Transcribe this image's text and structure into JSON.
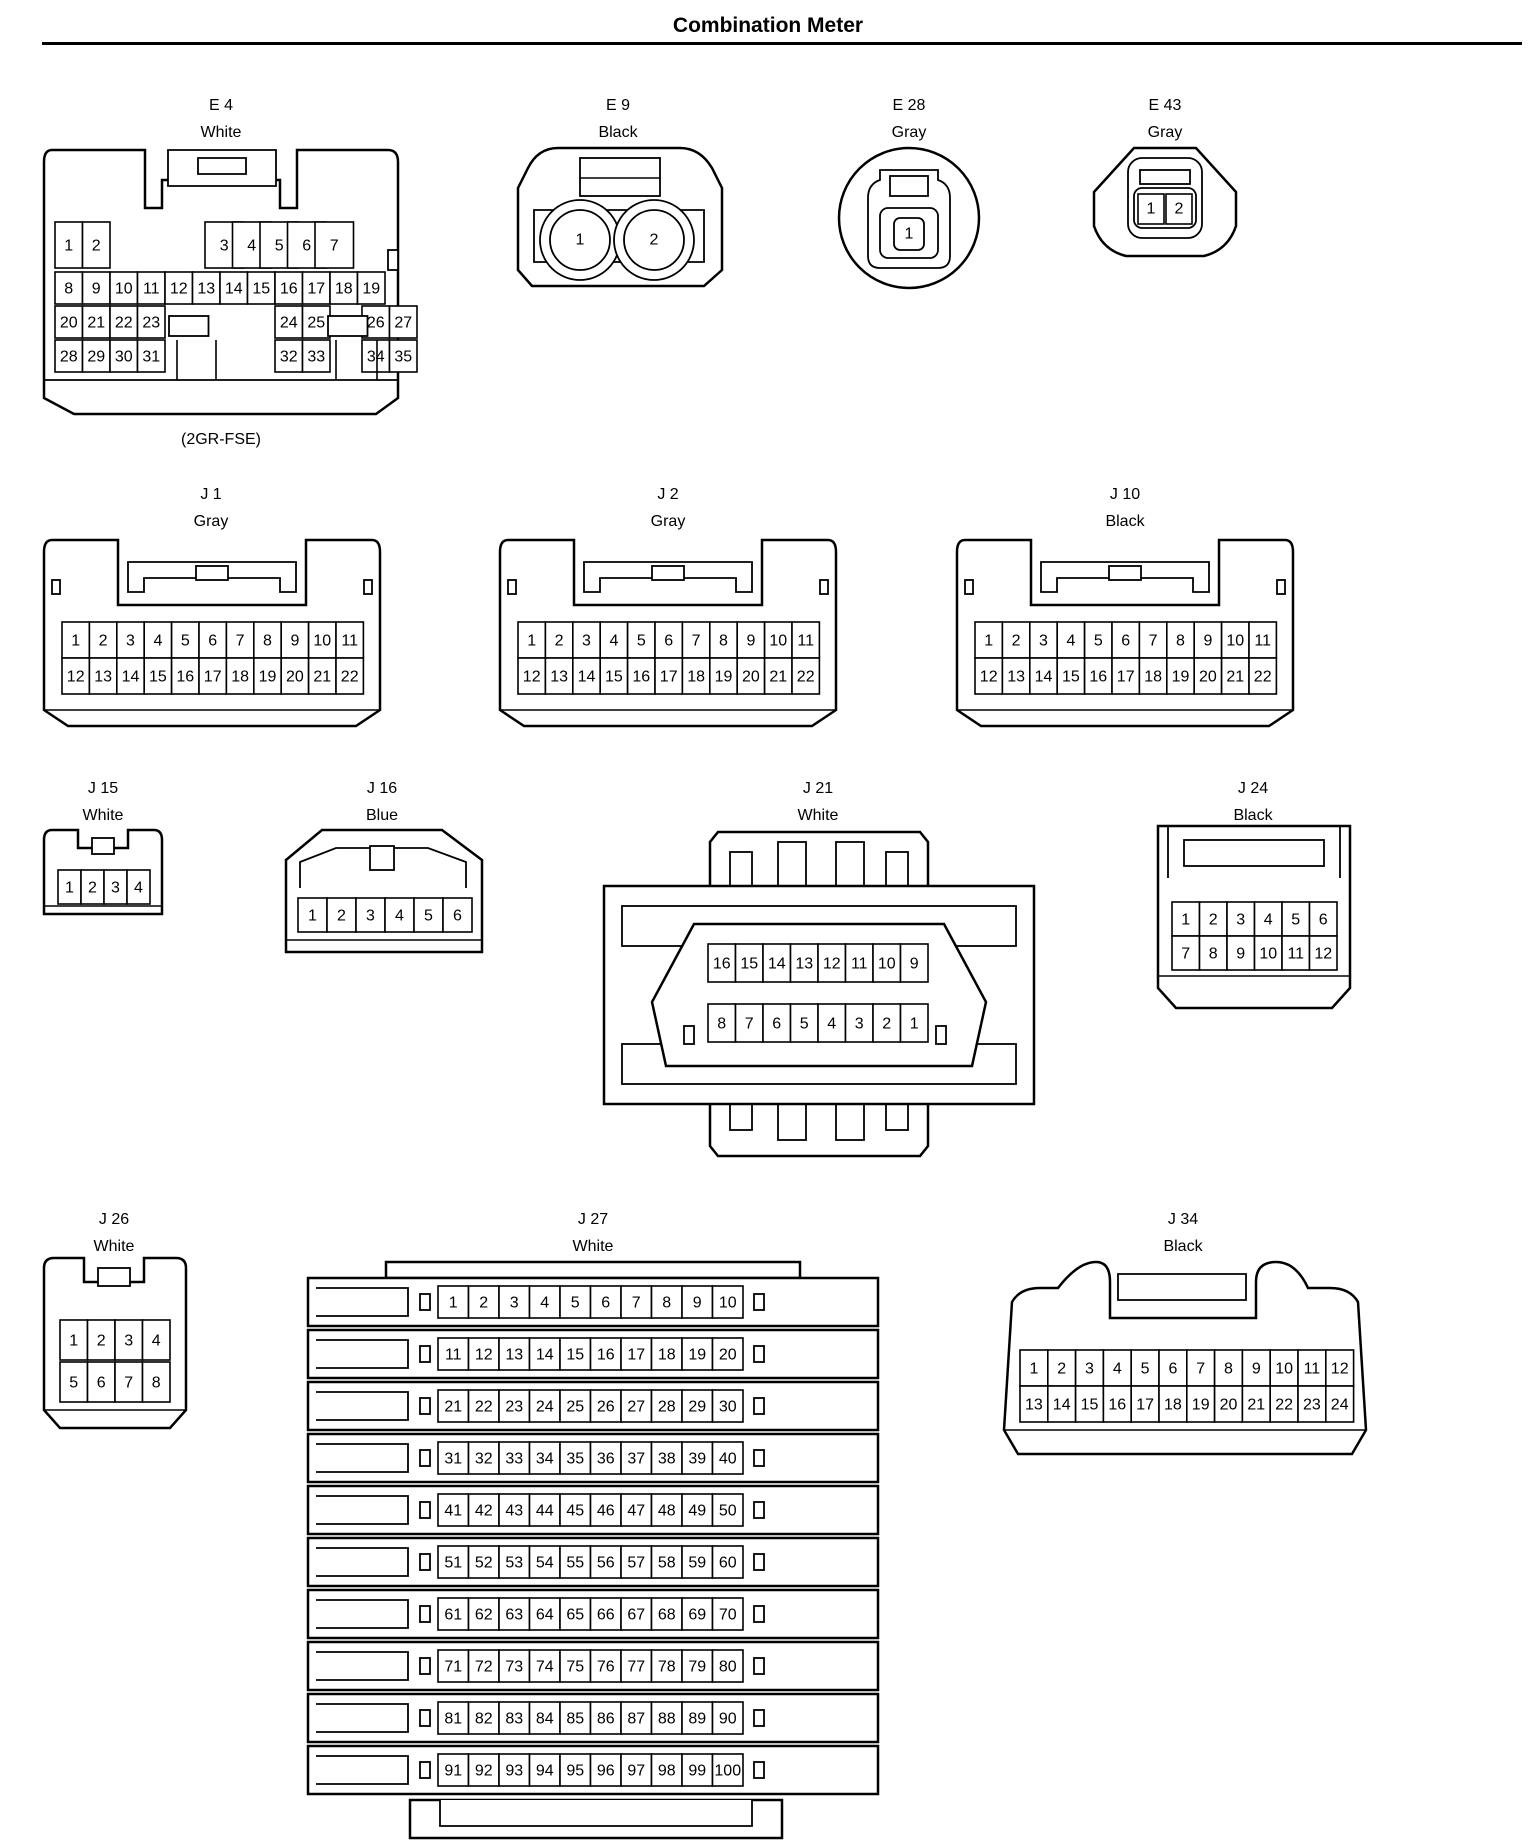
{
  "title": "Combination Meter",
  "connectors": {
    "E4": {
      "id": "E 4",
      "color": "White",
      "note": "(2GR-FSE)"
    },
    "E9": {
      "id": "E 9",
      "color": "Black"
    },
    "E28": {
      "id": "E 28",
      "color": "Gray"
    },
    "E43": {
      "id": "E 43",
      "color": "Gray"
    },
    "J1": {
      "id": "J 1",
      "color": "Gray"
    },
    "J2": {
      "id": "J 2",
      "color": "Gray"
    },
    "J10": {
      "id": "J 10",
      "color": "Black"
    },
    "J15": {
      "id": "J 15",
      "color": "White"
    },
    "J16": {
      "id": "J 16",
      "color": "Blue"
    },
    "J21": {
      "id": "J 21",
      "color": "White"
    },
    "J24": {
      "id": "J 24",
      "color": "Black"
    },
    "J26": {
      "id": "J 26",
      "color": "White"
    },
    "J27": {
      "id": "J 27",
      "color": "White"
    },
    "J34": {
      "id": "J 34",
      "color": "Black"
    }
  }
}
